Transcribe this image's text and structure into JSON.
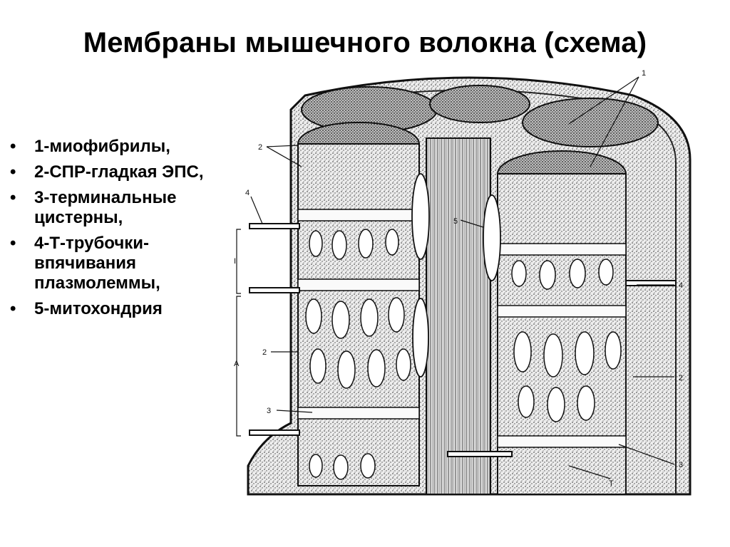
{
  "title": "Мембраны мышечного волокна (схема)",
  "legend": [
    "1-миофибрилы,",
    "2-СПР-гладкая ЭПС,",
    "3-терминальные цистерны,",
    "4-Т-трубочки-впячивания плазмолеммы,",
    "5-митохондрия"
  ],
  "bullet": "•",
  "diagram": {
    "labels": {
      "myofibril_top": "1",
      "spr_top_left": "2",
      "t_tubule_left": "4",
      "band_i": "I",
      "spr_mid_left": "2",
      "band_a": "A",
      "cistern_left": "3",
      "mitochondrion": "5",
      "t_tubule_right": "4",
      "spr_right": "2",
      "cistern_right": "3",
      "t_bottom": "T"
    }
  }
}
